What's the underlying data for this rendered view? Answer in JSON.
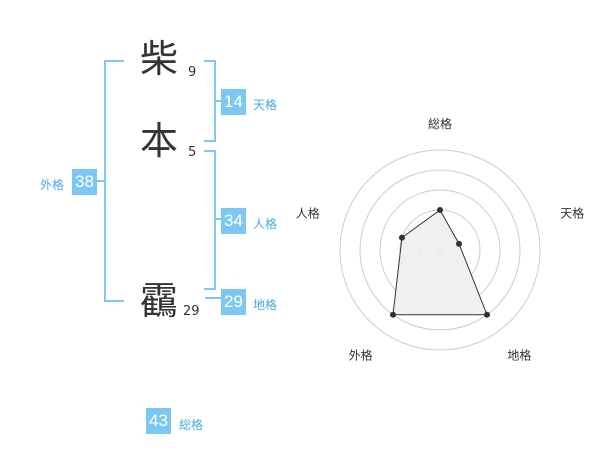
{
  "name": {
    "chars": [
      {
        "char": "柴",
        "strokes": "9"
      },
      {
        "char": "本",
        "strokes": "5"
      },
      {
        "char": "靍",
        "strokes": "29"
      }
    ]
  },
  "kakusu": {
    "tenkaku": {
      "value": "14",
      "label": "天格"
    },
    "jinkaku": {
      "value": "34",
      "label": "人格"
    },
    "chikaku": {
      "value": "29",
      "label": "地格"
    },
    "gaikaku": {
      "value": "38",
      "label": "外格"
    },
    "soukaku": {
      "value": "43",
      "label": "総格"
    }
  },
  "chart_data": {
    "type": "radar",
    "axes": [
      "総格",
      "天格",
      "地格",
      "外格",
      "人格"
    ],
    "rings": 5,
    "max": 5,
    "values": [
      2,
      1,
      4,
      4,
      2
    ],
    "colors": {
      "fill": "#eeeeee",
      "line": "#333333",
      "grid": "#cccccc",
      "accent": "#7cc8f2"
    }
  }
}
